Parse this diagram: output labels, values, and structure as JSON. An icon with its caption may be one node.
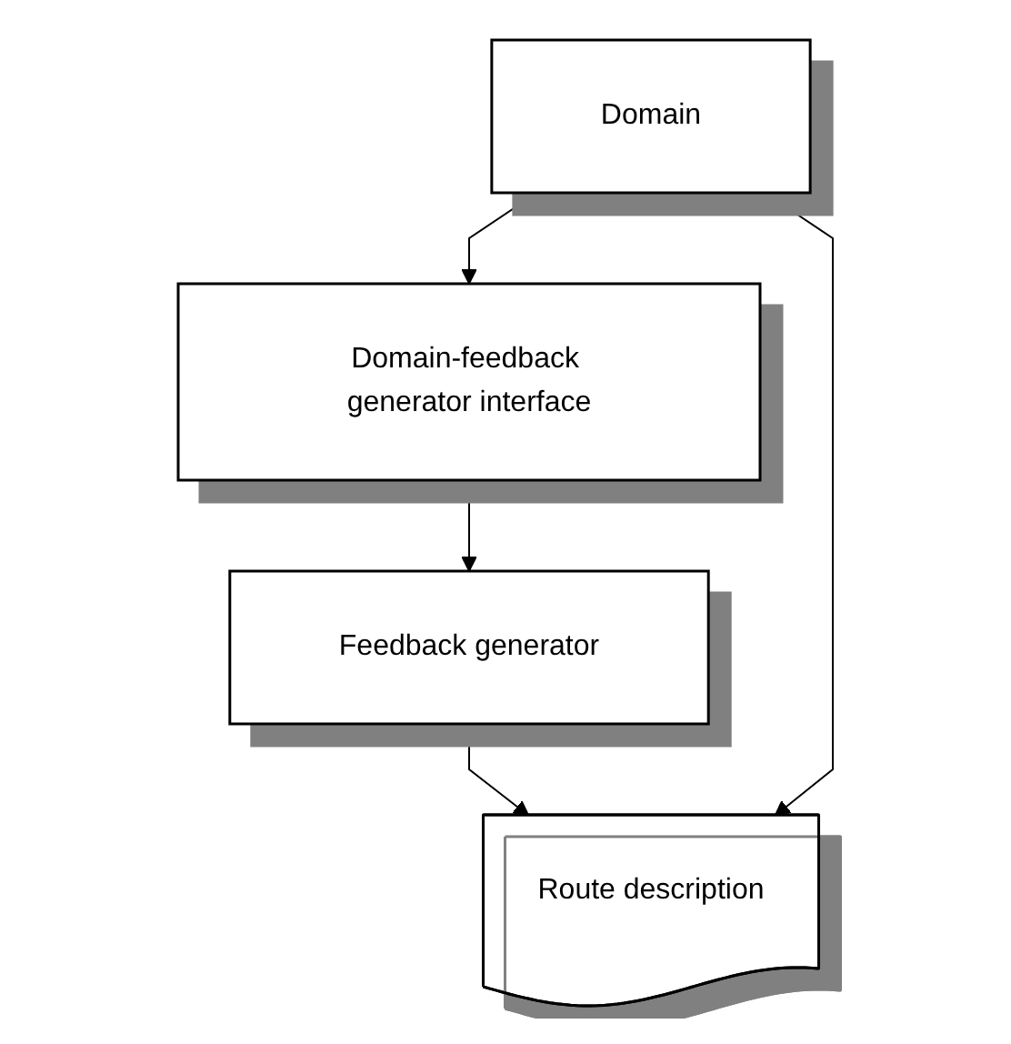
{
  "diagram": {
    "nodes": [
      {
        "text": [
          "Domain"
        ]
      },
      {
        "text": [
          "Domain-feedback generator interface"
        ]
      },
      {
        "text": [
          "Feedback generator"
        ]
      },
      {
        "text": [
          "Route description"
        ]
      }
    ],
    "edges": [
      {
        "from": 0,
        "to": 1,
        "arrow": "to"
      },
      {
        "from": 1,
        "to": 2,
        "arrow": "to"
      },
      {
        "from": 2,
        "to": 3,
        "arrow": "to"
      },
      {
        "from": 0,
        "to": 3,
        "arrow": "to"
      }
    ]
  }
}
